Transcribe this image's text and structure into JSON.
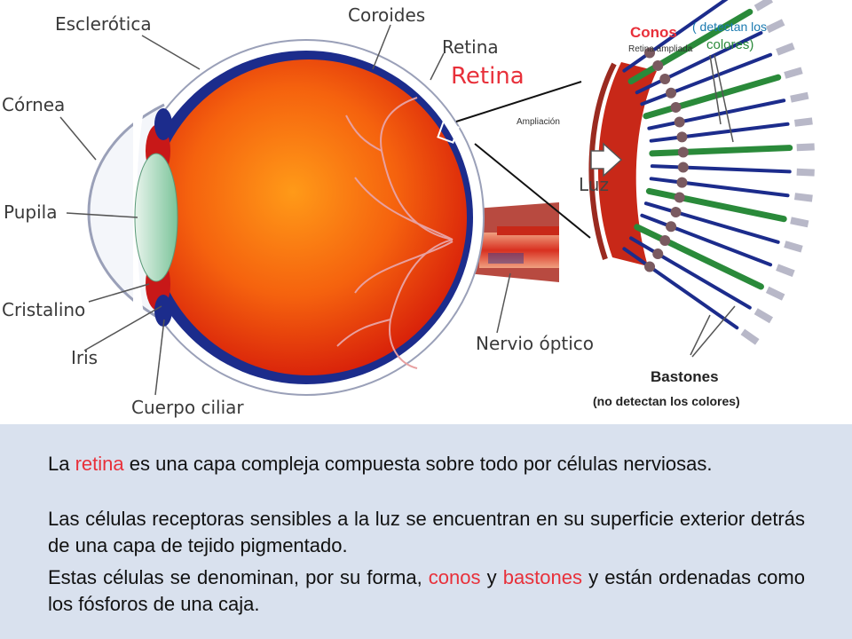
{
  "diagram": {
    "labels": {
      "sclera": "Esclerótica",
      "choroid": "Coroides",
      "retina_small": "Retina",
      "retina_big": "Retina",
      "cornea": "Córnea",
      "pupil": "Pupila",
      "lens": "Cristalino",
      "iris": "Iris",
      "ciliary_body": "Cuerpo ciliar",
      "optic_nerve": "Nervio óptico",
      "magnification": "Ampliación",
      "retina_magnified": "Retina ampliada",
      "light": "Luz",
      "cones": "Conos",
      "cones_note_1": "( detectan los",
      "cones_note_2": "colores)",
      "rods": "Bastones",
      "rods_note": "(no detectan los colores)"
    }
  },
  "text": {
    "p1": {
      "a": "La ",
      "b": "retina",
      "c": " es una capa compleja compuesta sobre todo por células nerviosas."
    },
    "p2": "Las células receptoras sensibles a la luz se encuentran  en su superficie exterior detrás de una capa de tejido  pigmentado.",
    "p3": {
      "a": "Estas células se denominan, por su forma, ",
      "b": "conos",
      "c": " y  ",
      "d": "bastones",
      "e": " y están ordenadas como los fósforos de una caja."
    }
  },
  "colors": {
    "highlight_red": "#e8303a",
    "panel_bg": "#d9e1ee",
    "eye_orange": "#f05a10",
    "eye_blue": "#1c2c8c"
  }
}
